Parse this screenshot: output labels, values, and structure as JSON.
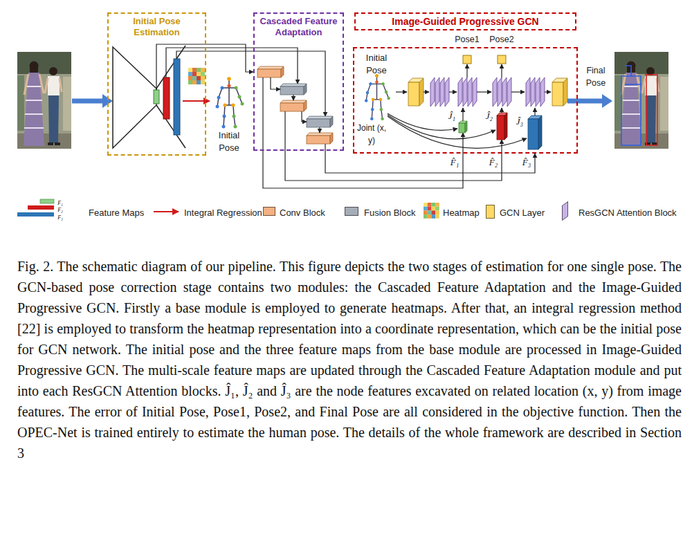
{
  "diagram": {
    "caption": "Fig. 2. The schematic diagram of our pipeline. This figure depicts the two stages of estimation for one single pose. The GCN-based pose correction stage contains two modules: the Cascaded Feature Adaptation and the Image-Guided Progressive GCN. Firstly a base module is employed to generate heatmaps. After that, an integral regression method [22] is employed to transform the heatmap representation into a coordinate representation, which can be the initial pose for GCN network. The initial pose and the three feature maps from the base module are processed in Image-Guided Progressive GCN. The multi-scale feature maps are updated through the Cascaded Feature Adaptation module and put into each ResGCN Attention blocks. Ĵ₁, Ĵ₂ and Ĵ₃ are the node features excavated on related location (x, y) from image features. The error of Initial Pose, Pose1, Pose2, and Final Pose are all considered in the objective function. Then the OPEC-Net is trained entirely to estimate the human pose. The details of the whole framework are described in Section 3",
    "nodes": [
      {
        "text": [
          "Initial Pose Estimation"
        ]
      },
      {
        "text": [
          "Cascaded Feature Adaptation"
        ]
      },
      {
        "text": [
          "Image-Guided Progressive GCN"
        ]
      }
    ],
    "edges": [
      {
        "from": 0,
        "to": 1,
        "arrow": "to"
      },
      {
        "from": 1,
        "to": 2,
        "arrow": "to"
      }
    ],
    "labels": [
      "Initial Pose",
      "Initial Pose",
      "Joint (x, y)",
      "Pose1",
      "Pose2",
      "Final Pose",
      "Ĵ₁",
      "Ĵ₂",
      "Ĵ₃",
      "F̂₁",
      "F̂₂",
      "F̂₃",
      "F₁",
      "F₂",
      "F₃"
    ],
    "legend": [
      {
        "text": "Feature Maps"
      },
      {
        "text": "Integral Regression"
      },
      {
        "text": "Conv Block",
        "color": "#f4b183"
      },
      {
        "text": "Fusion Block",
        "color": "#a5aeb8"
      },
      {
        "text": "Heatmap"
      },
      {
        "text": "GCN Layer",
        "color": "#ffd966"
      },
      {
        "text": "ResGCN Attention Block",
        "color": "#c9b3e6"
      }
    ]
  }
}
